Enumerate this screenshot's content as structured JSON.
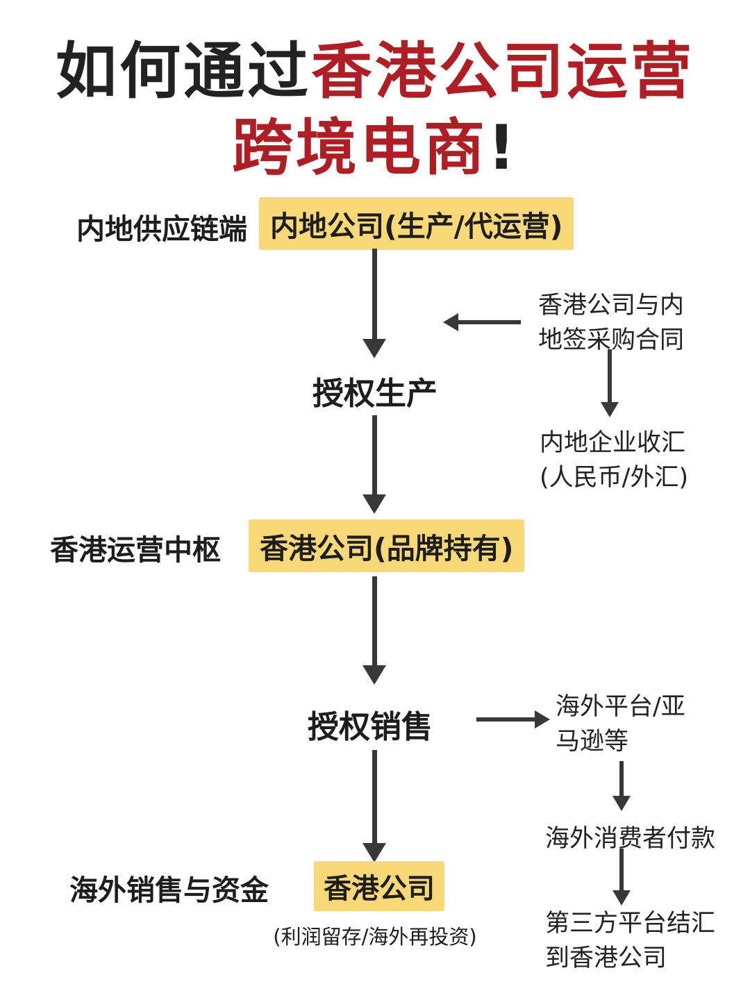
{
  "colors": {
    "red": "#ae1e24",
    "yellow": "#f9d878",
    "arrow": "#383838",
    "text": "#1d1d1d"
  },
  "title": {
    "line1_black": "如何通过",
    "line1_red": "香港公司运营",
    "line2_red": "跨境电商",
    "line2_black": "!"
  },
  "sections": {
    "row1": {
      "label": "内地供应链端",
      "box": "内地公司(生产/代运营)"
    },
    "row2": {
      "label": "香港运营中枢",
      "box": "香港公司(品牌持有)"
    },
    "row3": {
      "label": "海外销售与资金",
      "box": "香港公司",
      "note": "(利润留存/海外再投资)"
    }
  },
  "steps": {
    "step1": "授权生产",
    "step2": "授权销售"
  },
  "annotations": {
    "purchase_contract": "香港公司与内\n地签采购合同",
    "mainland_fx": "内地企业收汇\n(人民币/外汇)",
    "overseas_platform": "海外平台/亚\n马逊等",
    "consumer_payment": "海外消费者付款",
    "settlement": "第三方平台结汇\n到香港公司"
  }
}
